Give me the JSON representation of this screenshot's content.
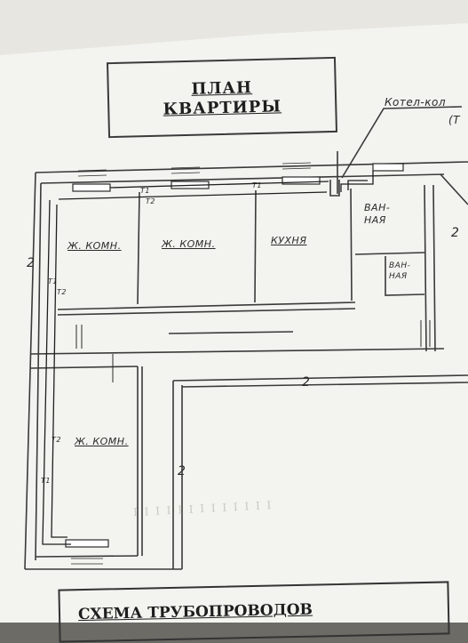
{
  "title": {
    "line1": "ПЛАН",
    "line2": "КВАРТИРЫ"
  },
  "boiler_label": "Котел-кол",
  "boiler_label_tail": "(Т",
  "rooms": {
    "bedroom_1": "Ж. КОМН.",
    "bedroom_2": "Ж. КОМН.",
    "kitchen": "КУХНЯ",
    "bathroom_line1": "ВАН-",
    "bathroom_line2": "НАЯ",
    "toilet_line1": "ВАН-",
    "toilet_line2": "НАЯ",
    "bedroom_3": "Ж. КОМН."
  },
  "pipe_tags": {
    "supply": "Т1",
    "return": "Т2"
  },
  "break_mark": "2",
  "bottom_title": "СХЕМА ТРУБОПРОВОДОВ"
}
